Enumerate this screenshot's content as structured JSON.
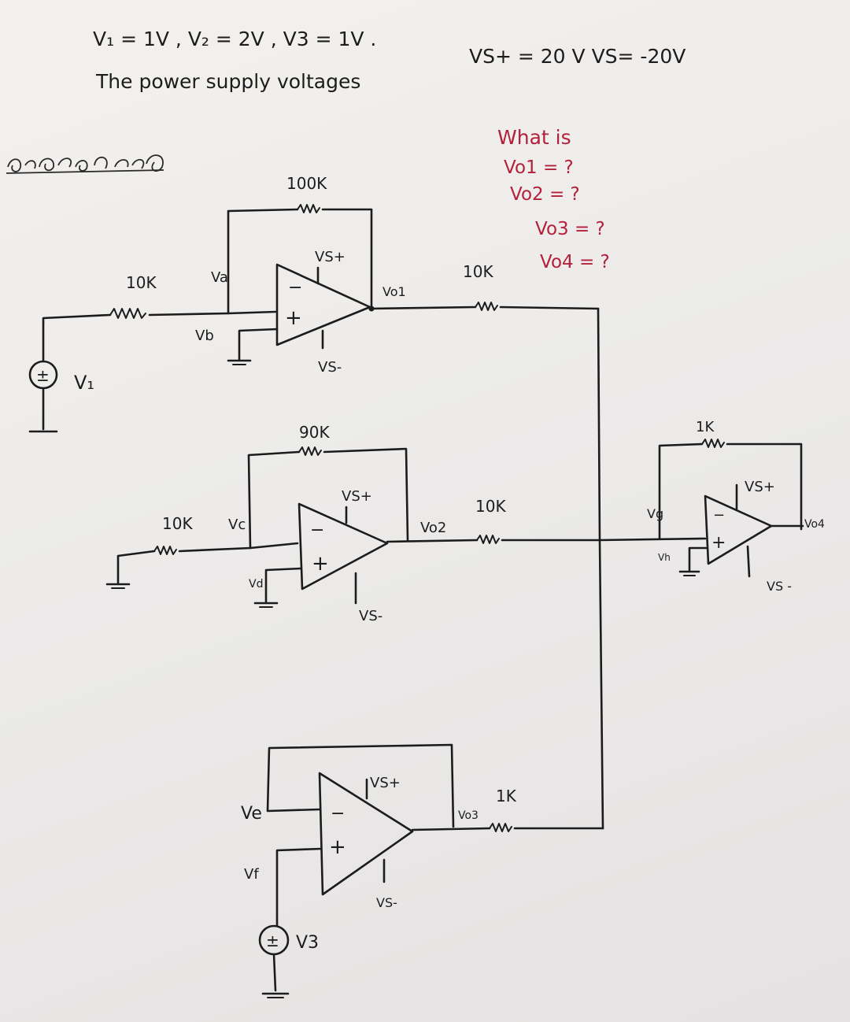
{
  "header": {
    "values_line": "V₁ = 1V , V₂ = 2V , V3 = 1V .",
    "supply_label": "The power supply voltages",
    "supply_values": "VS+ = 20 V  VS= -20V"
  },
  "question": {
    "title": "What is",
    "items": [
      "Vo1 = ?",
      "Vo2 = ?",
      "Vo3 = ?",
      "Vo4 = ?"
    ]
  },
  "stage1": {
    "feedback_resistor": "100K",
    "input_resistor": "10K",
    "output_resistor": "10K",
    "inv_node": "Va",
    "noninv_node": "Vb",
    "supply_pos": "VS+",
    "supply_neg": "VS-",
    "output": "Vo1",
    "source": "V₁",
    "inv_sign": "−",
    "noninv_sign": "+"
  },
  "stage2": {
    "feedback_resistor": "90K",
    "input_resistor": "10K",
    "output_resistor": "10K",
    "inv_node": "Vc",
    "noninv_node": "Vd",
    "supply_pos": "VS+",
    "supply_neg": "VS-",
    "output": "Vo2",
    "inv_sign": "−",
    "noninv_sign": "+"
  },
  "stage3": {
    "output_resistor": "1K",
    "inv_node": "Ve",
    "noninv_node": "Vf",
    "supply_pos": "VS+",
    "supply_neg": "VS-",
    "output": "Vo3",
    "source": "V3",
    "inv_sign": "−",
    "noninv_sign": "+"
  },
  "stage4": {
    "feedback_resistor": "1K",
    "inv_node": "Vg",
    "noninv_node": "Vh",
    "supply_pos": "VS+",
    "supply_neg": "VS -",
    "output": "Vo4",
    "inv_sign": "−",
    "noninv_sign": "+"
  },
  "source_symbol": "±",
  "colors": {
    "ink": "#1c1c1c",
    "question_ink": "#b3203a",
    "paper": "#efedeb"
  }
}
